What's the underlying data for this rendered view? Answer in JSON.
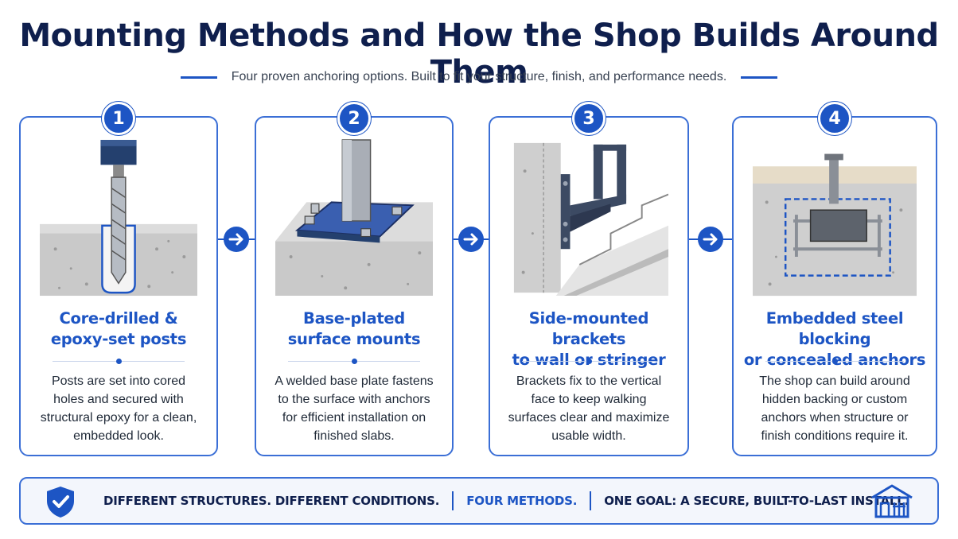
{
  "title": "Mounting Methods and How the Shop Builds Around Them",
  "subtitle": "Four proven anchoring options. Built to fit your structure, finish, and performance needs.",
  "cards": [
    {
      "number": "1",
      "title_line1": "Core-drilled &",
      "title_line2": "epoxy-set posts",
      "desc": [
        "Posts are set into cored",
        "holes and secured with",
        "structural epoxy for a clean,",
        "embedded look."
      ],
      "illustration": "drill-core-icon"
    },
    {
      "number": "2",
      "title_line1": "Base-plated",
      "title_line2": "surface mounts",
      "desc": [
        "A welded base plate fastens",
        "to the surface with anchors",
        "for efficient installation on",
        "finished slabs."
      ],
      "illustration": "base-plate-icon"
    },
    {
      "number": "3",
      "title_line1": "Side-mounted brackets",
      "title_line2": "to wall or stringer",
      "desc": [
        "Brackets fix to the vertical",
        "face to keep walking",
        "surfaces clear and maximize",
        "usable width."
      ],
      "illustration": "side-bracket-icon"
    },
    {
      "number": "4",
      "title_line1": "Embedded steel blocking",
      "title_line2": "or concealed anchors",
      "desc": [
        "The shop can build around",
        "hidden backing or custom",
        "anchors when structure or",
        "finish conditions require it."
      ],
      "illustration": "embedded-blocking-icon"
    }
  ],
  "footer": {
    "part1": "DIFFERENT STRUCTURES. DIFFERENT CONDITIONS.",
    "part2": "FOUR METHODS.",
    "part3": "ONE GOAL: A SECURE, BUILT-TO-LAST INSTALL."
  },
  "colors": {
    "accent": "#1d55c4",
    "title": "#0f1f4d",
    "concrete": "#c9c9c9"
  }
}
